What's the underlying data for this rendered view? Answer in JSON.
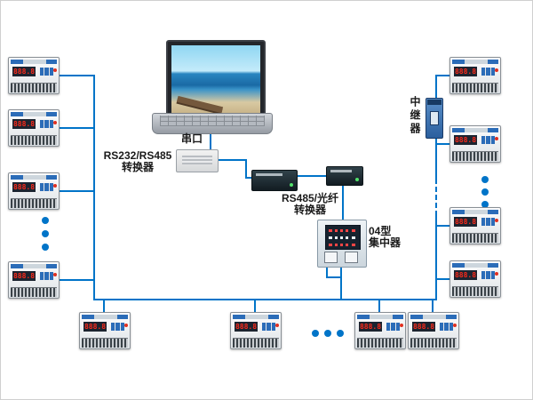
{
  "colors": {
    "line": "#0074C8",
    "label": "#1A1A1A",
    "meter_digit": "#FF2A1A"
  },
  "labels": {
    "serial_port": "串口",
    "rs232_converter": {
      "line1": "RS232/RS485",
      "line2": "转换器"
    },
    "fiber_converter": {
      "line1": "RS485/光纤",
      "line2": "转换器"
    },
    "concentrator": {
      "line1": "04型",
      "line2": "集中器"
    },
    "repeater": "中继器"
  },
  "meter": {
    "display": "888.8"
  }
}
